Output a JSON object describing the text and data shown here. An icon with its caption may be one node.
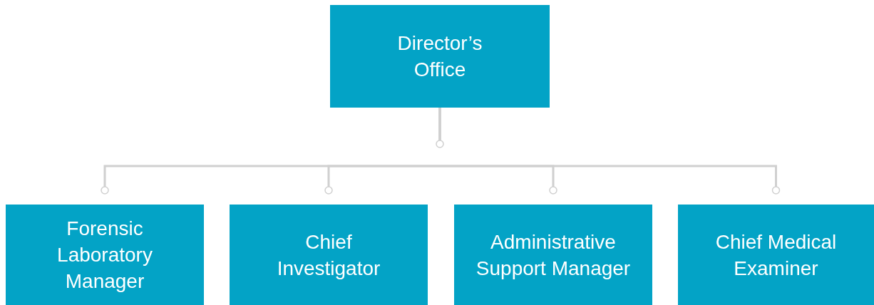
{
  "diagram": {
    "nodes": [
      {
        "text": [
          "Director’s Office"
        ]
      },
      {
        "text": [
          "Forensic Laboratory Manager"
        ]
      },
      {
        "text": [
          "Chief Investigator"
        ]
      },
      {
        "text": [
          "Administrative Support Manager"
        ]
      },
      {
        "text": [
          "Chief Medical Examiner"
        ]
      }
    ],
    "edges": [
      {
        "from": 0,
        "to": 1,
        "arrow": "other"
      },
      {
        "from": 0,
        "to": 2,
        "arrow": "other"
      },
      {
        "from": 0,
        "to": 3,
        "arrow": "other"
      },
      {
        "from": 0,
        "to": 4,
        "arrow": "other"
      }
    ]
  }
}
